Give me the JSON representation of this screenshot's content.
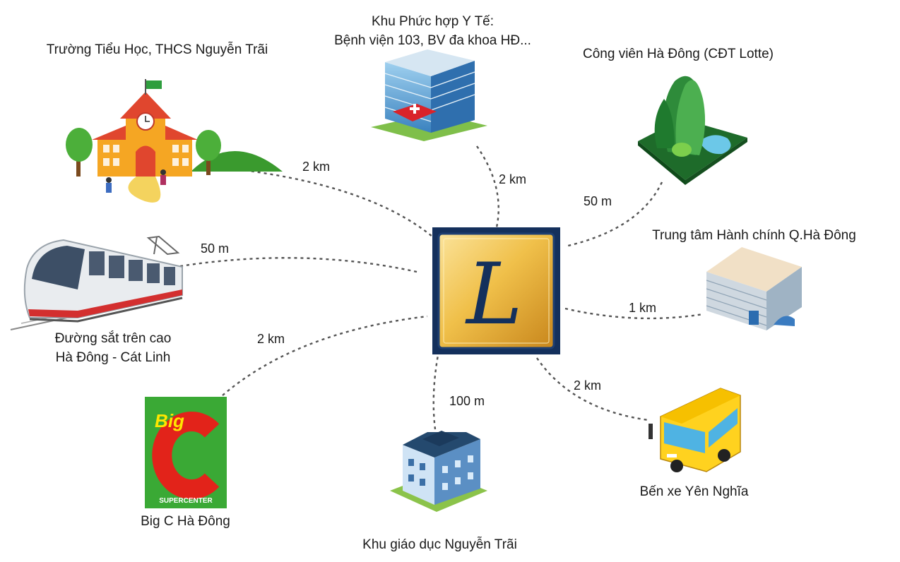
{
  "center": {
    "logo_letter": "L"
  },
  "locations": {
    "school": {
      "label": "Trường Tiểu Học, THCS Nguyễn Trãi",
      "distance": "2 km"
    },
    "hospital": {
      "label_line1": "Khu Phức hợp Y Tế:",
      "label_line2": "Bệnh viện 103, BV đa khoa HĐ...",
      "distance": "2 km"
    },
    "park": {
      "label": "Công viên Hà Đông (CĐT Lotte)",
      "distance": "50 m"
    },
    "railway": {
      "label_line1": "Đường sắt trên cao",
      "label_line2": "Hà Đông - Cát Linh",
      "distance": "50 m"
    },
    "admin": {
      "label": "Trung tâm Hành chính Q.Hà Đông",
      "distance": "1 km"
    },
    "bigc": {
      "label": "Big C Hà Đông",
      "distance": "2 km",
      "logo_top": "Big",
      "logo_letter": "C",
      "logo_bottom": "SUPERCENTER"
    },
    "edu": {
      "label": "Khu giáo dục Nguyễn Trãi",
      "distance": "100 m"
    },
    "bus": {
      "label": "Bến xe Yên Nghĩa",
      "distance": "2 km"
    }
  },
  "colors": {
    "logo_navy": "#14305c",
    "logo_gold": "#e8b43a",
    "connector": "#555555",
    "bigc_green": "#3aa935",
    "bigc_red": "#e2231a"
  },
  "icons": [
    "school-icon",
    "hospital-icon",
    "park-icon",
    "train-icon",
    "government-building-icon",
    "big-c-logo",
    "apartment-icon",
    "bus-icon"
  ]
}
